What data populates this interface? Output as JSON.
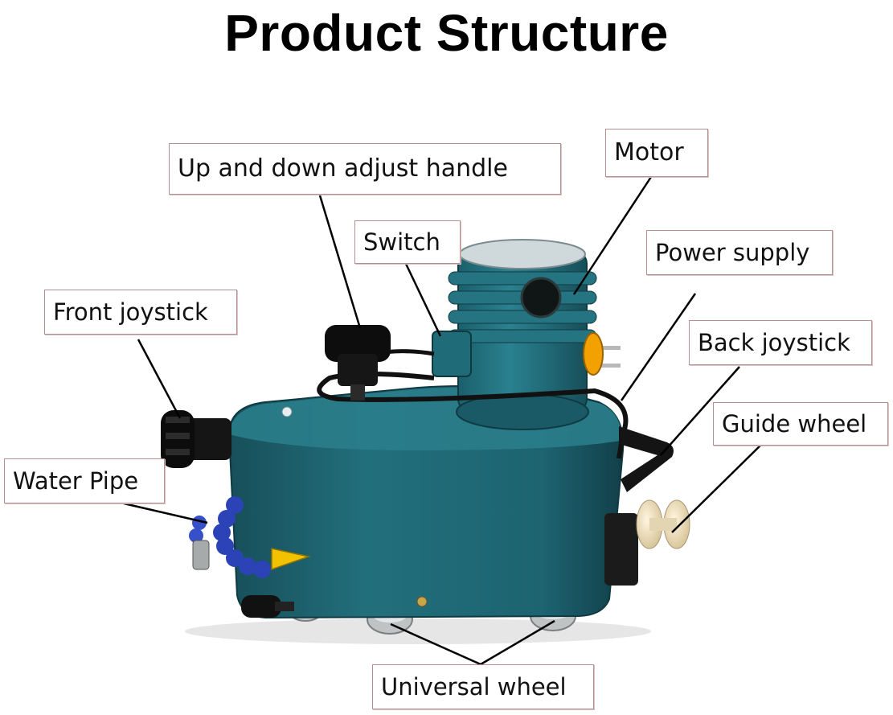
{
  "title": "Product Structure",
  "labels": {
    "up_down_handle": "Up and down adjust handle",
    "motor": "Motor",
    "switch": "Switch",
    "power_supply": "Power supply",
    "front_joystick": "Front joystick",
    "back_joystick": "Back joystick",
    "guide_wheel": "Guide wheel",
    "water_pipe": "Water Pipe",
    "universal_wheel": "Universal wheel"
  },
  "colors": {
    "body": "#1f6672",
    "body_dark": "#124651",
    "label_border": "#b88f8f",
    "water_pipe": "#2c43b8",
    "nozzle": "#f2c200",
    "switch_knob": "#f2a100"
  }
}
